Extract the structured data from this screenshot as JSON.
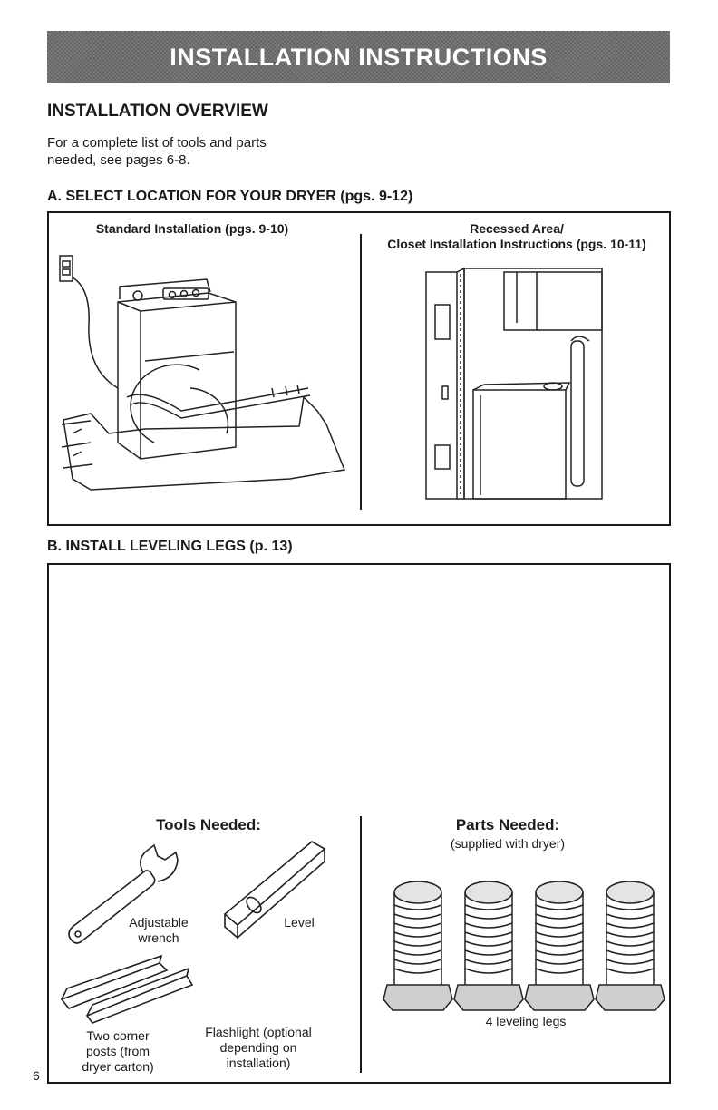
{
  "banner": {
    "title": "INSTALLATION INSTRUCTIONS"
  },
  "overview": {
    "heading": "INSTALLATION OVERVIEW",
    "text": "For a complete list of tools and parts\nneeded, see pages 6-8."
  },
  "section_a": {
    "heading": "A. SELECT LOCATION FOR YOUR DRYER (pgs. 9-12)",
    "standard_label": "Standard Installation (pgs. 9-10)",
    "recessed_label_1": "Recessed Area/",
    "recessed_label_2": "Closet Installation Instructions (pgs. 10-11)"
  },
  "section_b": {
    "heading": "B. INSTALL LEVELING LEGS (p. 13)",
    "tools_heading": "Tools Needed:",
    "parts_heading": "Parts Needed:",
    "parts_sub": "(supplied with dryer)",
    "wrench_label": "Adjustable\nwrench",
    "level_label": "Level",
    "corner_posts_label": "Two corner\nposts (from\ndryer carton)",
    "flashlight_label": "Flashlight (optional\ndepending on\ninstallation)",
    "legs_label": "4 leveling legs"
  },
  "page_number": "6"
}
